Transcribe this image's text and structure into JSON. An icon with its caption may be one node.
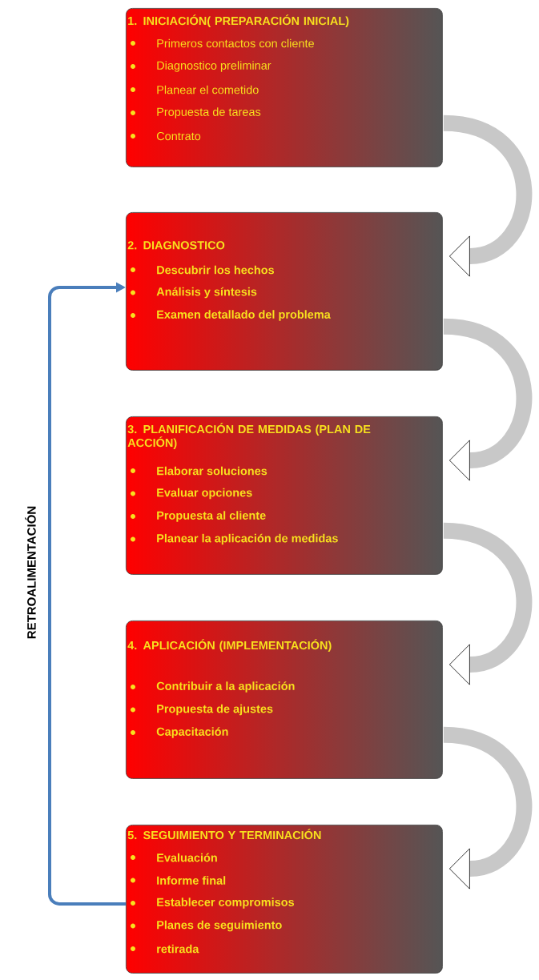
{
  "diagram": {
    "nodes": [
      {
        "text": [
          "1. INICIACIÓN( PREPARACIÓN INICIAL)",
          "Primeros contactos con cliente",
          "Diagnostico preliminar",
          "Planear el cometido",
          "Propuesta de tareas",
          "Contrato"
        ]
      },
      {
        "text": [
          "2. DIAGNOSTICO",
          "Descubrir los hechos",
          "Análisis y síntesis",
          "Examen detallado del problema"
        ]
      },
      {
        "text": [
          "3. PLANIFICACIÓN DE MEDIDAS (PLAN DE ACCIÓN)",
          "Elaborar soluciones",
          "Evaluar opciones",
          "Propuesta al cliente",
          "Planear la aplicación de medidas"
        ]
      },
      {
        "text": [
          "4. APLICACIÓN (IMPLEMENTACIÓN)",
          "Contribuir a la aplicación",
          "Propuesta de ajustes",
          "Capacitación"
        ]
      },
      {
        "text": [
          "5. SEGUIMIENTO Y TERMINACIÓN",
          "Evaluación",
          "Informe final",
          "Establecer compromisos",
          "Planes de seguimiento",
          "retirada"
        ]
      }
    ],
    "edges": [
      {
        "from": 0,
        "to": 1,
        "arrow": "to"
      },
      {
        "from": 1,
        "to": 2,
        "arrow": "to"
      },
      {
        "from": 2,
        "to": 3,
        "arrow": "to"
      },
      {
        "from": 3,
        "to": 4,
        "arrow": "to"
      },
      {
        "from": 4,
        "to": 1,
        "arrow": "to",
        "color": "#4a7ebb"
      }
    ],
    "labels": [
      "RETROALIMENTACIÓN"
    ]
  }
}
